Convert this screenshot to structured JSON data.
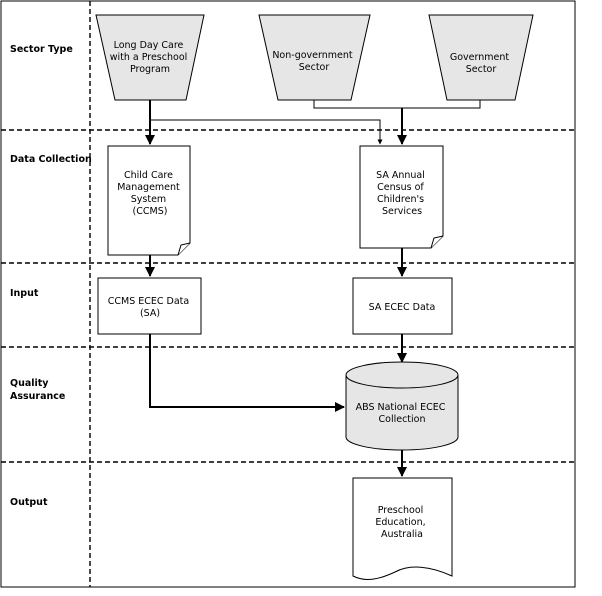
{
  "rows": [
    {
      "key": "sector_type",
      "label": [
        "Sector Type"
      ]
    },
    {
      "key": "data_collection",
      "label": [
        "Data Collection"
      ]
    },
    {
      "key": "input",
      "label": [
        "Input"
      ]
    },
    {
      "key": "quality_assurance",
      "label": [
        "Quality",
        "Assurance"
      ]
    },
    {
      "key": "output",
      "label": [
        "Output"
      ]
    }
  ],
  "nodes": {
    "long_day_care": {
      "lines": [
        "Long Day Care",
        "with a Preschool",
        "Program"
      ]
    },
    "non_government": {
      "lines": [
        "Non-government",
        "Sector"
      ]
    },
    "government": {
      "lines": [
        "Government",
        "Sector"
      ]
    },
    "ccms": {
      "lines": [
        "Child Care",
        "Management",
        "System",
        "(CCMS)"
      ]
    },
    "sa_census": {
      "lines": [
        "SA Annual",
        "Census of",
        "Children's",
        "Services"
      ]
    },
    "ccms_ecec": {
      "lines": [
        "CCMS ECEC Data",
        "(SA)"
      ]
    },
    "sa_ecec": {
      "lines": [
        "SA ECEC Data"
      ]
    },
    "abs_collection": {
      "lines": [
        "ABS National ECEC",
        "Collection"
      ]
    },
    "preschool_output": {
      "lines": [
        "Preschool",
        "Education,",
        "Australia"
      ]
    }
  },
  "colors": {
    "shape_fill": "#e6e6e6",
    "line": "#000000",
    "background": "#ffffff"
  }
}
